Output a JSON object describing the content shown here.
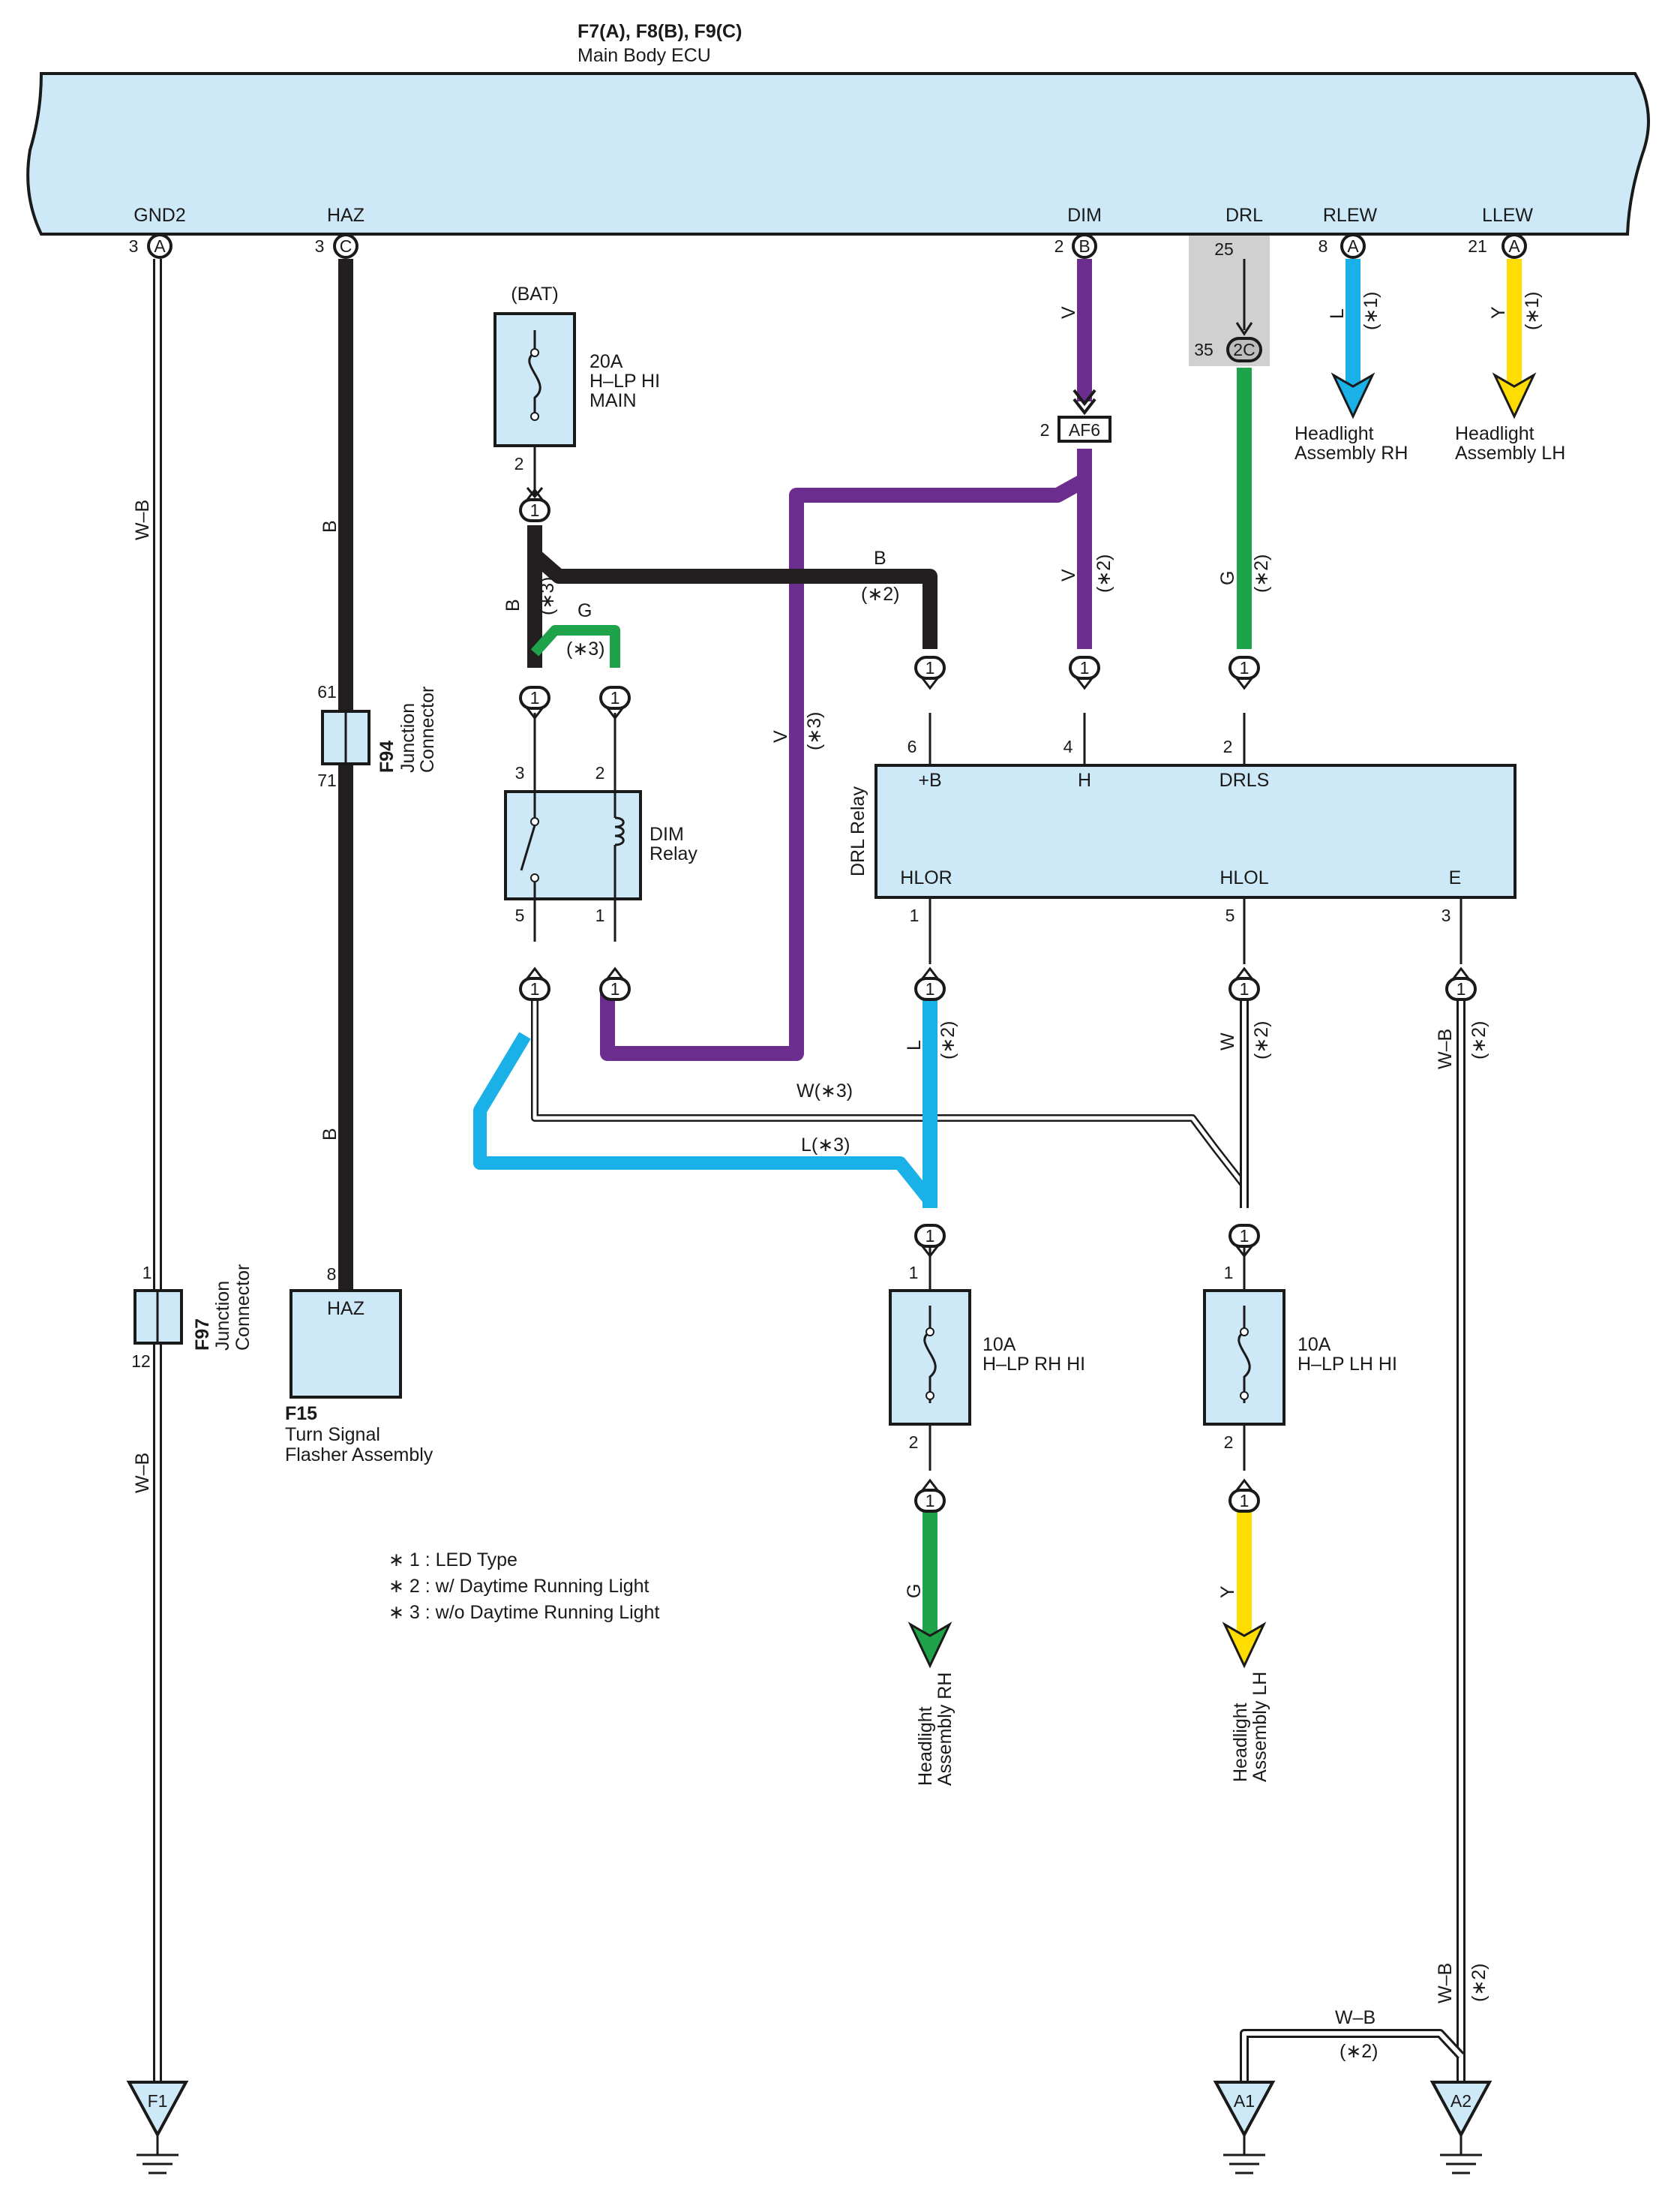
{
  "ecu": {
    "connectors": "F7(A), F8(B), F9(C)",
    "name": "Main Body ECU",
    "pins": [
      {
        "name": "GND2",
        "num": "3",
        "conn": "A"
      },
      {
        "name": "HAZ",
        "num": "3",
        "conn": "C"
      },
      {
        "name": "DIM",
        "num": "2",
        "conn": "B"
      },
      {
        "name": "DRL",
        "num": "25",
        "conn": ""
      },
      {
        "name": "RLEW",
        "num": "8",
        "conn": "A"
      },
      {
        "name": "LLEW",
        "num": "21",
        "conn": "A"
      }
    ]
  },
  "colors": {
    "component_fill": "#cde8f6",
    "wire_black": "#231f20",
    "wire_violet": "#6b2d8e",
    "wire_green": "#1ea24a",
    "wire_blue": "#1ab0e8",
    "wire_yellow": "#ffdd00",
    "shade": "#d0d0d0"
  },
  "wire_labels": {
    "wb": "W–B",
    "b": "B",
    "v": "V",
    "g": "G",
    "l": "L",
    "y": "Y",
    "w": "W",
    "w3": "W(∗3)",
    "l3": "L(∗3)",
    "n1": "(∗1)",
    "n2": "(∗2)",
    "n3": "(∗3)"
  },
  "bat": "(BAT)",
  "fuse_main": {
    "amp": "20A",
    "line1": "H–LP HI",
    "line2": "MAIN",
    "pin": "2"
  },
  "fuse_rh": {
    "amp": "10A",
    "name": "H–LP RH HI",
    "pin_top": "1",
    "pin_bot": "2"
  },
  "fuse_lh": {
    "amp": "10A",
    "name": "H–LP LH HI",
    "pin_top": "1",
    "pin_bot": "2"
  },
  "dim_relay": {
    "line1": "DIM",
    "line2": "Relay",
    "pins": [
      "3",
      "2",
      "5",
      "1"
    ]
  },
  "drl_relay": {
    "name": "DRL Relay",
    "top_pins": [
      {
        "name": "+B",
        "num": "6"
      },
      {
        "name": "H",
        "num": "4"
      },
      {
        "name": "DRLS",
        "num": "2"
      }
    ],
    "bottom_pins": [
      {
        "name": "HLOR",
        "num": "1"
      },
      {
        "name": "HLOL",
        "num": "5"
      },
      {
        "name": "E",
        "num": "3"
      }
    ]
  },
  "connector_1": "1",
  "connector_2c": {
    "code": "2C",
    "pin": "35"
  },
  "connector_af6": {
    "code": "AF6",
    "pin": "2"
  },
  "f94": {
    "code": "F94",
    "line1": "Junction",
    "line2": "Connector",
    "pin_top": "61",
    "pin_bot": "71"
  },
  "f97": {
    "code": "F97",
    "line1": "Junction",
    "line2": "Connector",
    "pin_top": "1",
    "pin_bot": "12"
  },
  "f15": {
    "code": "F15",
    "pin_label": "HAZ",
    "pin": "8",
    "line1": "Turn Signal",
    "line2": "Flasher Assembly"
  },
  "headlights": {
    "rh_top": {
      "line1": "Headlight",
      "line2": "Assembly RH"
    },
    "lh_top": {
      "line1": "Headlight",
      "line2": "Assembly LH"
    },
    "rh_bottom": {
      "line1": "Headlight",
      "line2": "Assembly RH"
    },
    "lh_bottom": {
      "line1": "Headlight",
      "line2": "Assembly LH"
    }
  },
  "grounds": [
    "F1",
    "A1",
    "A2"
  ],
  "notes": [
    "∗ 1 : LED Type",
    "∗ 2 : w/ Daytime Running Light",
    "∗ 3 : w/o Daytime Running Light"
  ]
}
